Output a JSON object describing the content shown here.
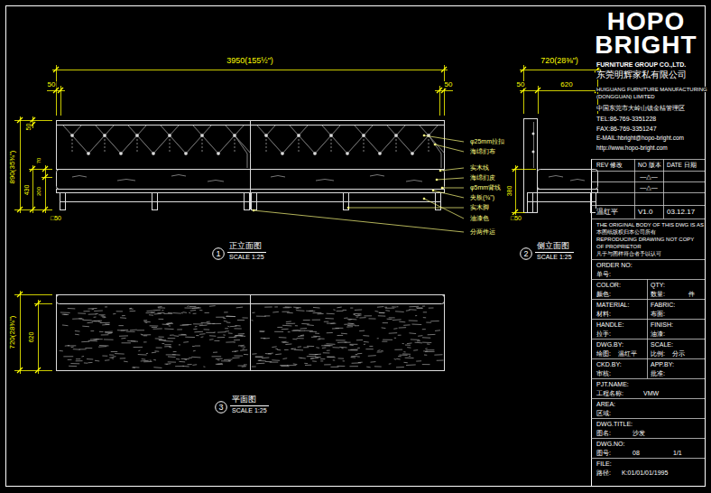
{
  "diagram": {
    "nodes": [
      {
        "text": [
          "1",
          "正立面图",
          "SCALE 1:25"
        ]
      },
      {
        "text": [
          "2",
          "侧立面图",
          "SCALE 1:25"
        ]
      },
      {
        "text": [
          "3",
          "平面图",
          "SCALE 1:25"
        ]
      }
    ],
    "labels": [
      "3950(155½\")",
      "50",
      "50",
      "50",
      "890(35⅜\")",
      "430",
      "70",
      "200",
      "□50",
      "φ25mm拉扣",
      "海绵扪布",
      "实木线",
      "海绵扪皮",
      "φ5mm背线",
      "夹板(¾\")",
      "实木脚",
      "油漆色",
      "分两件运",
      "720(28⅜\")",
      "620",
      "50",
      "380",
      "□50",
      "720(28⅜\")",
      "620",
      "HOPO",
      "BRIGHT",
      "FURNITURE GROUP CO.,LTD.",
      "东莞明辉家私有限公司",
      "HUIGUANG FURNITURE MANUFACTURING",
      "(DONGGUAN) LIMITED",
      "中国东莞市大岭山镇金桔管理区",
      "TEL:86-769-3351228",
      "FAX:86-769-3351247",
      "E-MAIL:hbright@hopo-bright.com",
      "http://www.hopo-bright.com",
      "REV 修改",
      "NO 版本",
      "DATE 日期",
      "—△—",
      "—△—",
      "温红平",
      "V1.0",
      "03.12.17",
      "THE ORIGINAL BODY OF THIS DWG IS AS",
      "本图纸版权归本公司所有",
      "REPRODUCING DRAWING NOT COPY",
      "OF PROPRIETOR",
      "凡于与图样符合者予以认可",
      "ORDER NO:",
      "单号:",
      "COLOR:",
      "QTY:",
      "颜色:",
      "数量:",
      "件",
      "MATERIAL:",
      "FABRIC:",
      "材料:",
      "布面:",
      "HANDLE:",
      "FINISH:",
      "拉手:",
      "油漆:",
      "DWG.BY:",
      "SCALE:",
      "绘图:",
      "温红平",
      "比例:",
      "分示",
      "CKD.BY:",
      "APP.BY:",
      "审核:",
      "批准:",
      "PJT.NAME:",
      "工程名称:",
      "VMW",
      "AREA:",
      "区域:",
      "DWG.TITLE:",
      "图名:",
      "沙发",
      "DWG.NO:",
      "图号:",
      "08",
      "1/1",
      "FILE:",
      "路径:",
      "K:01/01/01/1995"
    ]
  }
}
